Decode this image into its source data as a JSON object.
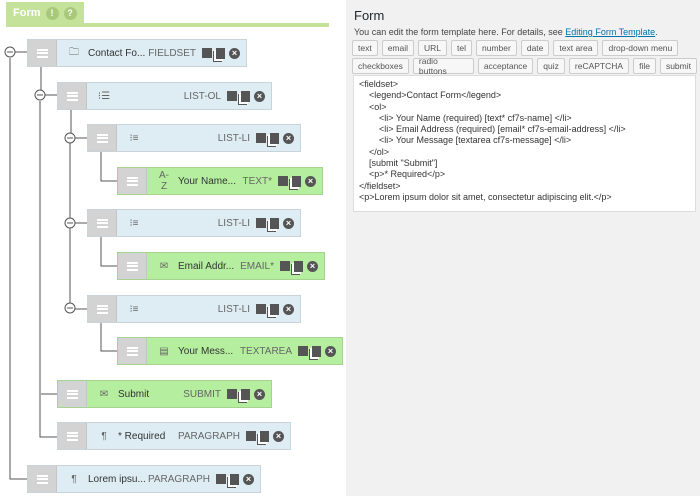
{
  "tab": {
    "title": "Form",
    "badge1": "!",
    "badge2": "?"
  },
  "tree": [
    {
      "label": "Contact Fo...",
      "type": "FIELDSET",
      "icon": "folder"
    },
    {
      "label": "",
      "type": "LIST-OL",
      "icon": "list-ol"
    },
    {
      "label": "",
      "type": "LIST-LI",
      "icon": "list-ul"
    },
    {
      "label": "Your Name...",
      "type": "TEXT*",
      "icon": "A-Z"
    },
    {
      "label": "",
      "type": "LIST-LI",
      "icon": "list-ul"
    },
    {
      "label": "Email Addr...",
      "type": "EMAIL*",
      "icon": "envelope"
    },
    {
      "label": "",
      "type": "LIST-LI",
      "icon": "list-ul"
    },
    {
      "label": "Your Mess...",
      "type": "TEXTAREA",
      "icon": "textarea"
    },
    {
      "label": "Submit",
      "type": "SUBMIT",
      "icon": "envelope"
    },
    {
      "label": "* Required",
      "type": "PARAGRAPH",
      "icon": "pilcrow"
    },
    {
      "label": "Lorem ipsu...",
      "type": "PARAGRAPH",
      "icon": "pilcrow"
    }
  ],
  "panel": {
    "title": "Form",
    "desc": "You can edit the form template here. For details, see ",
    "link": "Editing Form Template",
    "desc_end": ".",
    "buttons_row1": [
      "text",
      "email",
      "URL",
      "tel",
      "number",
      "date",
      "text area",
      "drop-down menu"
    ],
    "buttons_row2": [
      "checkboxes",
      "radio buttons",
      "acceptance",
      "quiz",
      "reCAPTCHA",
      "file",
      "submit"
    ],
    "template": "<fieldset>\n\t<legend>Contact Form</legend>\n\t<ol>\n\t\t<li> Your Name (required) [text* cf7s-name] </li>\n\t\t<li> Email Address (required) [email* cf7s-email-address] </li>\n\t\t<li> Your Message [textarea cf7s-message] </li>\n\t</ol>\n\t[submit \"Submit\"]\n\t<p>* Required</p>\n</fieldset>\n<p>Lorem ipsum dolor sit amet, consectetur adipiscing elit.</p>"
  }
}
